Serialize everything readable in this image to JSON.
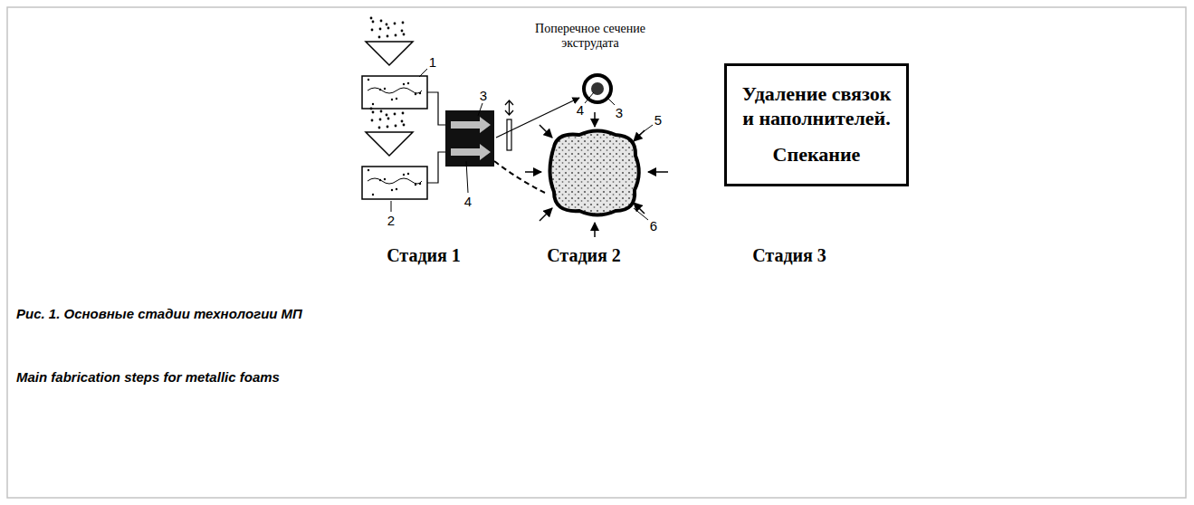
{
  "diagram": {
    "caption": "Рис. 1. Основные стадии технологии МП",
    "nodes": [
      {
        "text": [
          "Удаление связок и наполнителей.",
          "Спекание"
        ]
      }
    ],
    "labels": [
      "1",
      "2",
      "3",
      "4",
      "Поперечное сечение экструдата",
      "3",
      "4",
      "5",
      "6",
      "Стадия 1",
      "Стадия 2",
      "Стадия 3",
      "Main fabrication steps for metallic foams"
    ]
  }
}
